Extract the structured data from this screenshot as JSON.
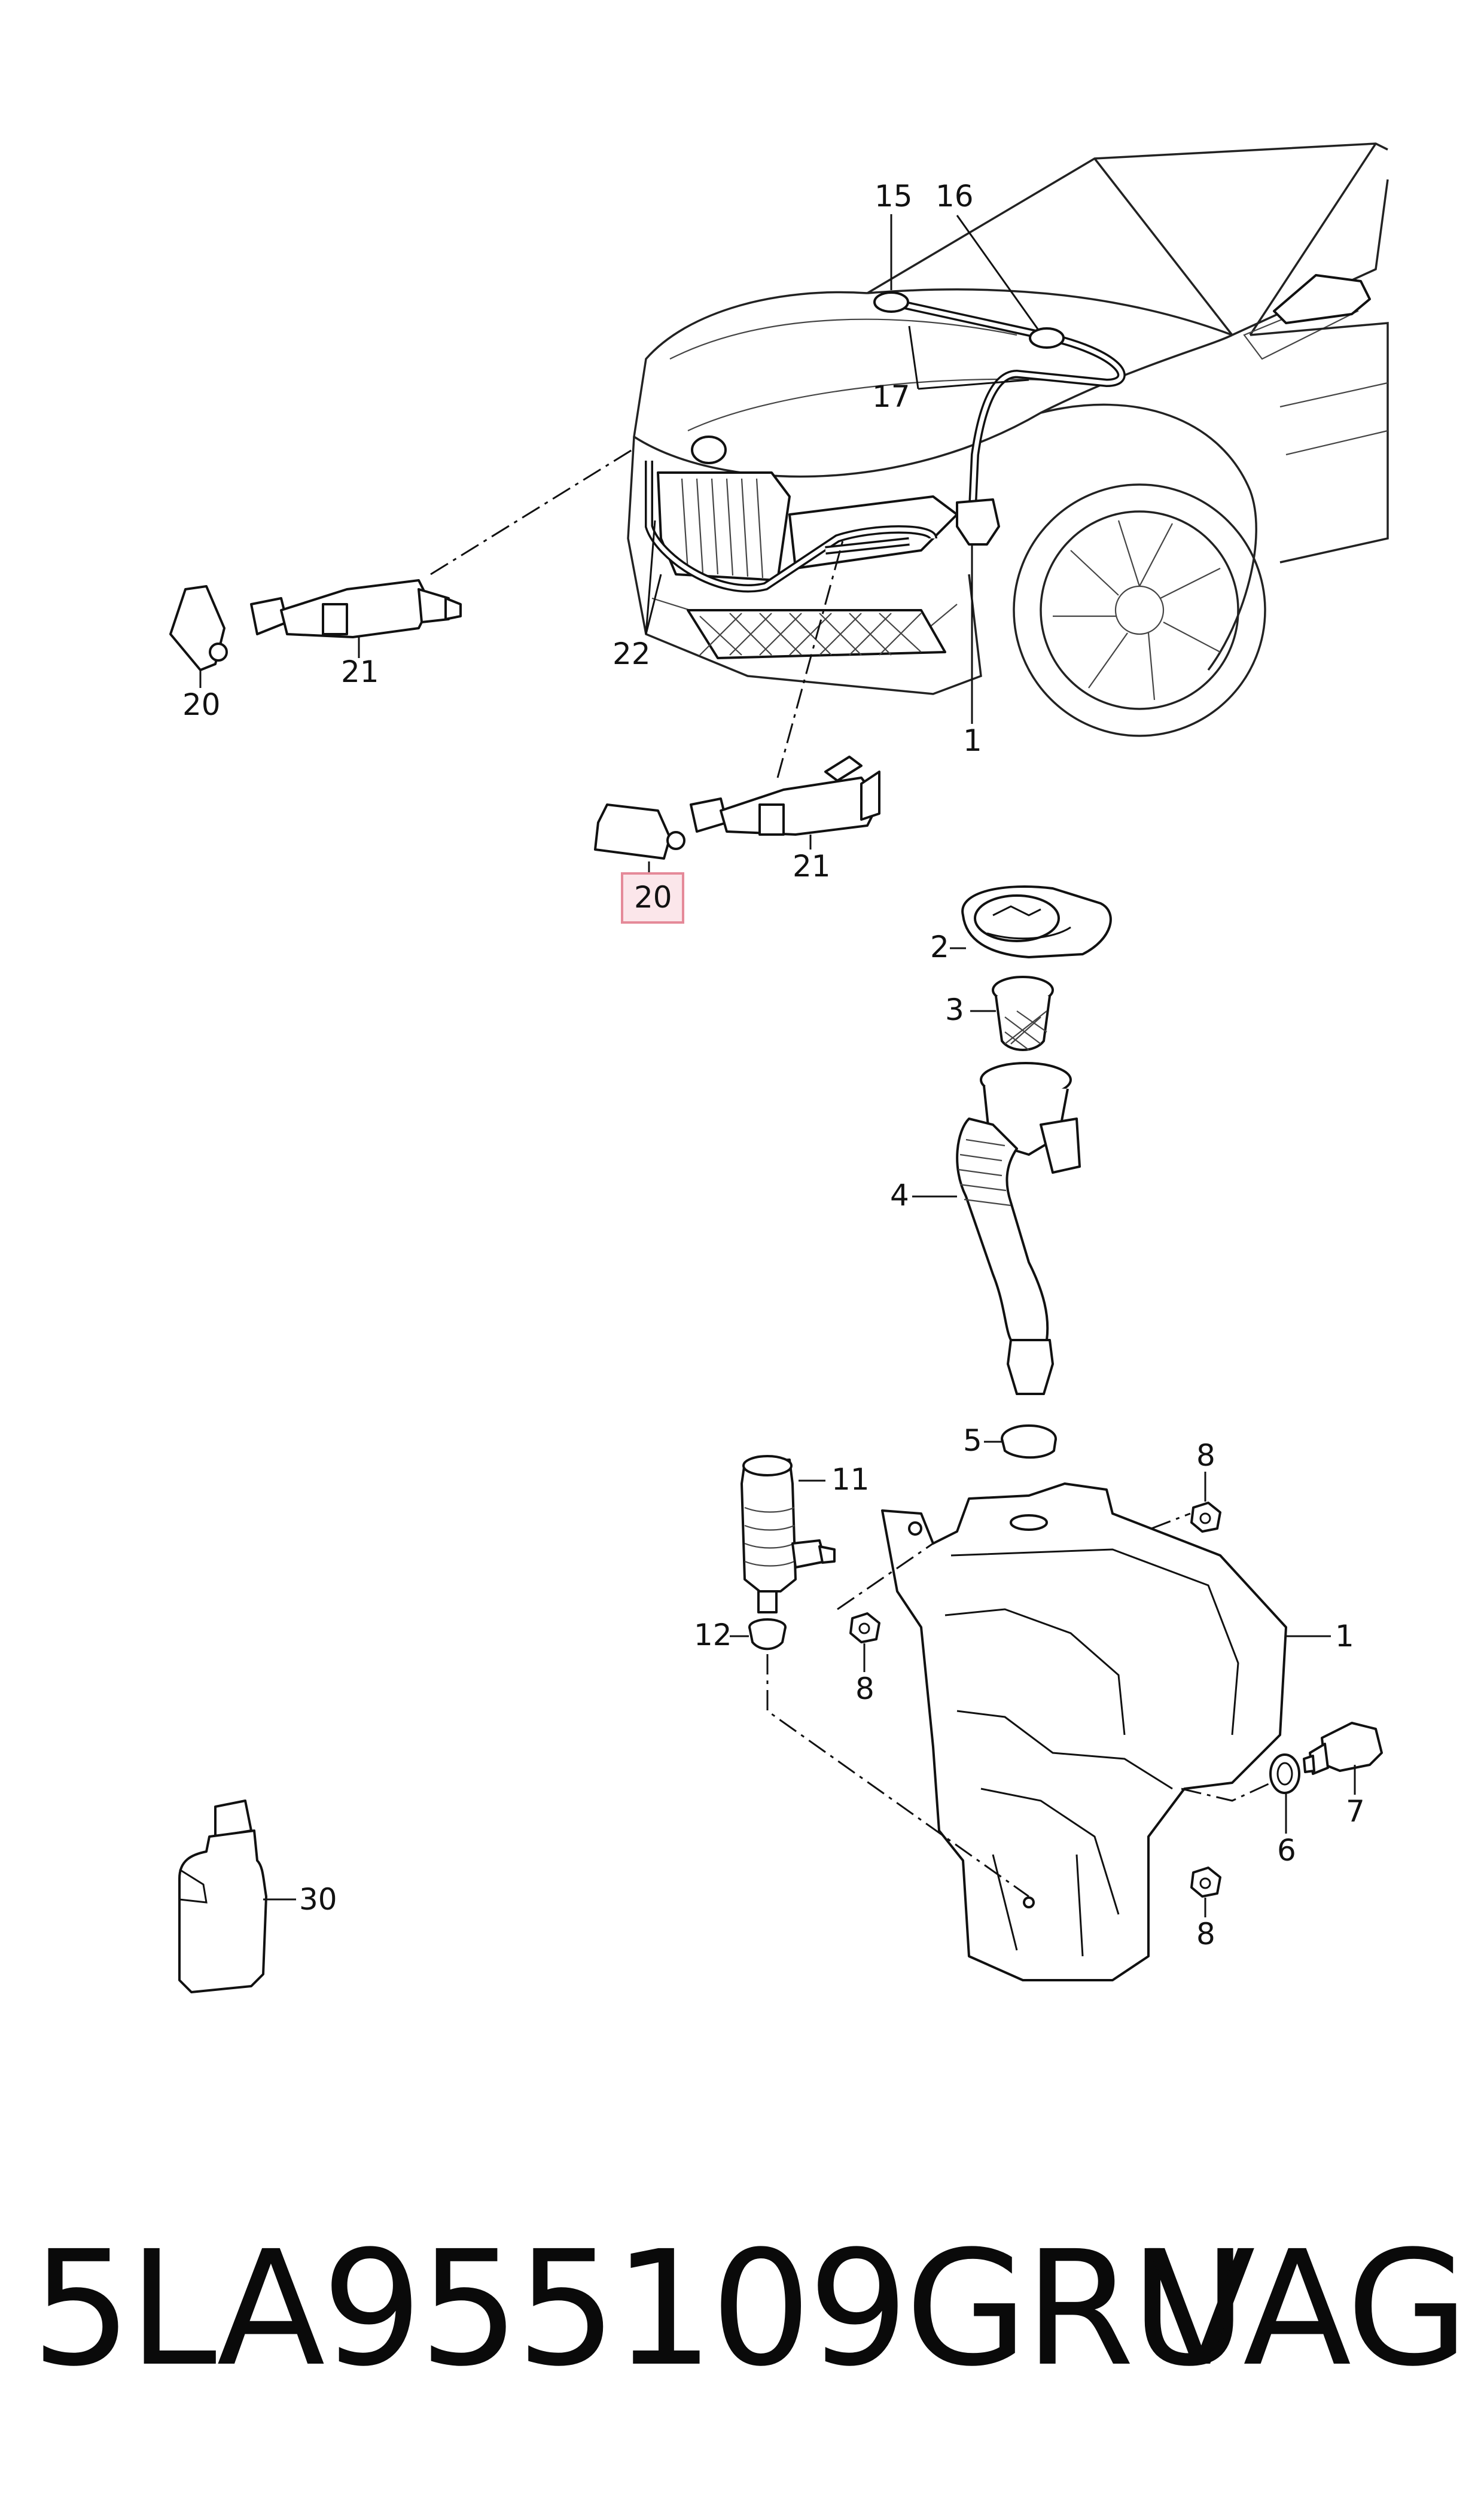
{
  "callouts": {
    "c15": "15",
    "c16": "16",
    "c17": "17",
    "c22": "22",
    "c1_top": "1",
    "c20_left": "20",
    "c21_left": "21",
    "c20_selected": "20",
    "c21_right": "21",
    "c2": "2",
    "c3": "3",
    "c4": "4",
    "c5": "5",
    "c11": "11",
    "c12": "12",
    "c8_top": "8",
    "c8_mid": "8",
    "c8_bottom": "8",
    "c1_tank": "1",
    "c6": "6",
    "c7": "7",
    "c30": "30"
  },
  "selected_callout": "20",
  "footer": {
    "part_number": "5LA955109GRU",
    "brand": "VAG"
  },
  "colors": {
    "line": "#111111",
    "highlight_fill": "#fbe6ea",
    "highlight_stroke": "#e58a99"
  }
}
